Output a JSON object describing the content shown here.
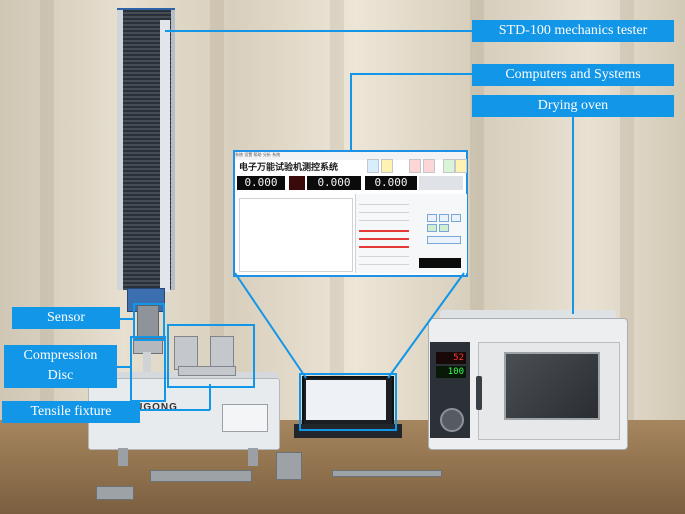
{
  "callouts": {
    "tester": "STD-100 mechanics tester",
    "computers": "Computers and Systems",
    "oven": "Drying oven",
    "sensor": "Sensor",
    "compression_line1": "Compression",
    "compression_line2": "Disc",
    "tensile": "Tensile fixture"
  },
  "machine": {
    "logo": "LUGONG"
  },
  "software": {
    "title": "电子万能试验机测控系统",
    "menu": "系统  设置  帮助  分析  系统",
    "readouts": [
      "0.000",
      "0.000",
      "0.000"
    ]
  },
  "oven": {
    "display_top": "52",
    "display_bottom": "100"
  },
  "colors": {
    "accent": "#1296e8",
    "tester_blue": "#2d64a8",
    "oven_red": "#ff3b30",
    "oven_green": "#3cff5a"
  }
}
